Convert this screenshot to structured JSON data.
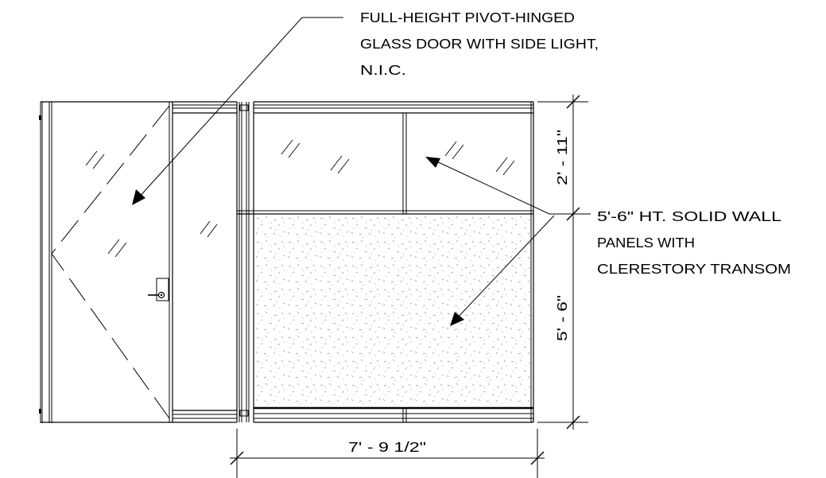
{
  "notes": {
    "door_callout": {
      "lines": [
        "FULL-HEIGHT PIVOT-HINGED",
        "GLASS DOOR WITH SIDE LIGHT,",
        "N.I.C."
      ]
    },
    "wall_callout": {
      "lines": [
        "5'-6\" HT. SOLID WALL",
        "PANELS WITH",
        "CLERESTORY TRANSOM"
      ]
    }
  },
  "dimensions": {
    "overall_width": "7' - 9 1/2\"",
    "transom_height": "2' - 11\"",
    "panel_height": "5' - 6\""
  }
}
